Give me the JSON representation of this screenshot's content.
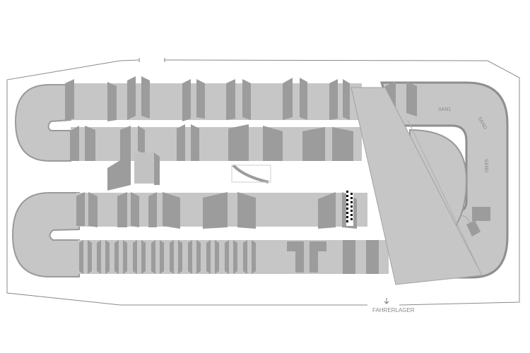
{
  "diagram": {
    "type": "track-layout",
    "description": "BMX / pump track site plan, top view",
    "labels": {
      "exit": "FAHRERLAGER",
      "curve_1": "SAN1",
      "curve_2": "SAND",
      "curve_3": "SAND"
    },
    "colors": {
      "background": "#ffffff",
      "track_surface": "#c6c6c6",
      "obstacle_dark": "#9c9c9c",
      "obstacle_mid": "#adadad",
      "edge": "#8e8e8e",
      "boundary": "#7a7a7a",
      "start_finish": "#000000"
    },
    "features": [
      "site-boundary",
      "upper-straight-with-rollers",
      "second-straight-with-rollers",
      "third-straight-with-rollers",
      "bottom-straight-rhythm-section",
      "left-u-turn-top",
      "left-u-turn-bottom",
      "right-berm-loop",
      "start-ramp",
      "start-finish-checkered-line",
      "t-shaped-obstacle",
      "access-arrow"
    ]
  }
}
